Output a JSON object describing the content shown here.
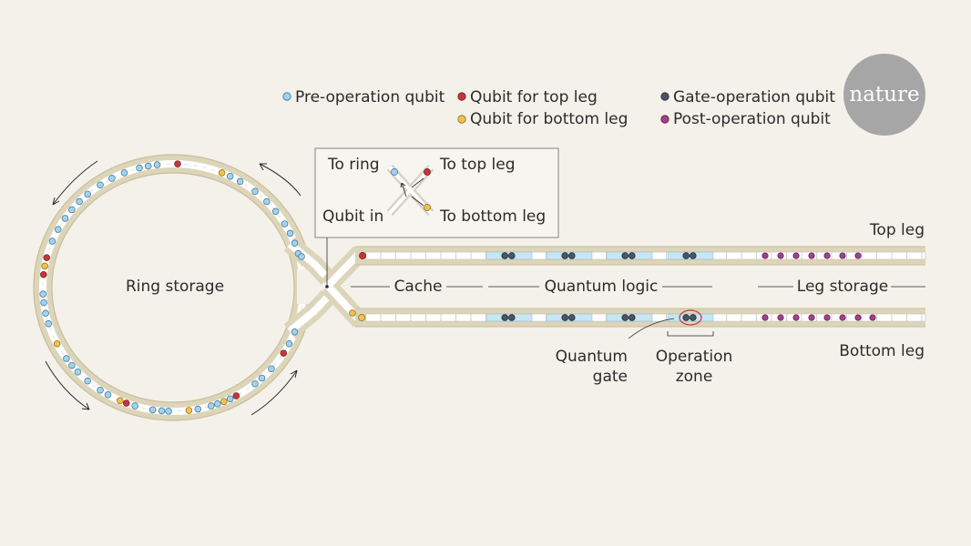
{
  "legend": {
    "pre_operation": "Pre-operation qubit",
    "top_leg_qubit": "Qubit for top leg",
    "bottom_leg_qubit": "Qubit for bottom leg",
    "gate_operation": "Gate-operation qubit",
    "post_operation": "Post-operation qubit"
  },
  "colors": {
    "pre_operation": "#9fd3ef",
    "top_leg_qubit": "#c9353a",
    "bottom_leg_qubit": "#f0c24a",
    "gate_operation": "#4a5565",
    "post_operation": "#a5408d",
    "track_outer": "#e3dcc4",
    "track_inner": "#ffffff",
    "zone_fill": "#c7e6f4",
    "logo_bg": "#a6a6a6"
  },
  "inset": {
    "to_ring": "To ring",
    "to_top_leg": "To top leg",
    "qubit_in": "Qubit in",
    "to_bottom_leg": "To bottom leg"
  },
  "labels": {
    "ring_storage": "Ring storage",
    "cache": "Cache",
    "quantum_logic": "Quantum logic",
    "leg_storage": "Leg storage",
    "top_leg": "Top leg",
    "bottom_leg": "Bottom leg",
    "quantum_gate_line1": "Quantum",
    "quantum_gate_line2": "gate",
    "operation_zone_line1": "Operation",
    "operation_zone_line2": "zone"
  },
  "logo": {
    "text": "nature"
  }
}
